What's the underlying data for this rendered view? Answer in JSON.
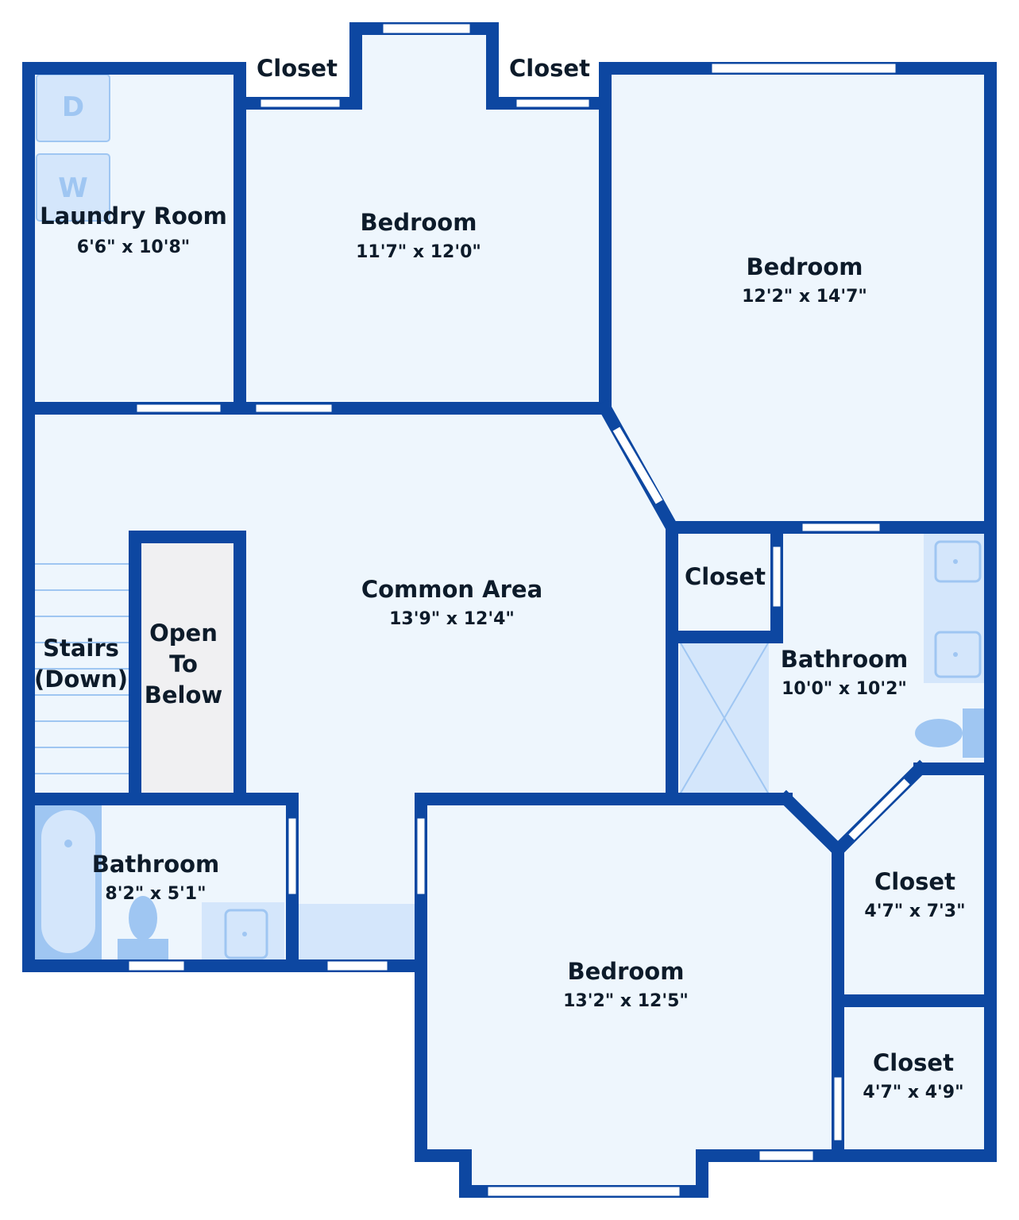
{
  "colors": {
    "wall": "#0d47a1",
    "floor": "#eef6fd",
    "fixture": "#d4e6fb",
    "fixture_line": "#9fc6f2",
    "open_to_below": "#f0f0f2",
    "window": "#ffffff"
  },
  "rooms": {
    "laundry": {
      "name": "Laundry Room",
      "dims": "6'6\" x 10'8\""
    },
    "closet_top_left": {
      "name": "Closet"
    },
    "bedroom_top": {
      "name": "Bedroom",
      "dims": "11'7\" x 12'0\""
    },
    "closet_top_right": {
      "name": "Closet"
    },
    "bedroom_right": {
      "name": "Bedroom",
      "dims": "12'2\" x 14'7\""
    },
    "common_area": {
      "name": "Common Area",
      "dims": "13'9\" x 12'4\""
    },
    "stairs": {
      "name_line1": "Stairs",
      "name_line2": "(Down)"
    },
    "open_to_below": {
      "line1": "Open",
      "line2": "To",
      "line3": "Below"
    },
    "closet_mid": {
      "name": "Closet"
    },
    "bathroom_right": {
      "name": "Bathroom",
      "dims": "10'0\" x 10'2\""
    },
    "bathroom_left": {
      "name": "Bathroom",
      "dims": "8'2\" x 5'1\""
    },
    "bedroom_bottom": {
      "name": "Bedroom",
      "dims": "13'2\" x 12'5\""
    },
    "closet_lower_1": {
      "name": "Closet",
      "dims": "4'7\" x 7'3\""
    },
    "closet_lower_2": {
      "name": "Closet",
      "dims": "4'7\" x 4'9\""
    }
  },
  "fixtures": {
    "dryer_letter": "D",
    "washer_letter": "W",
    "icons": [
      "dryer-icon",
      "washer-icon",
      "sink-icon",
      "toilet-icon",
      "shower-icon",
      "bathtub-icon",
      "stairs-icon"
    ]
  }
}
